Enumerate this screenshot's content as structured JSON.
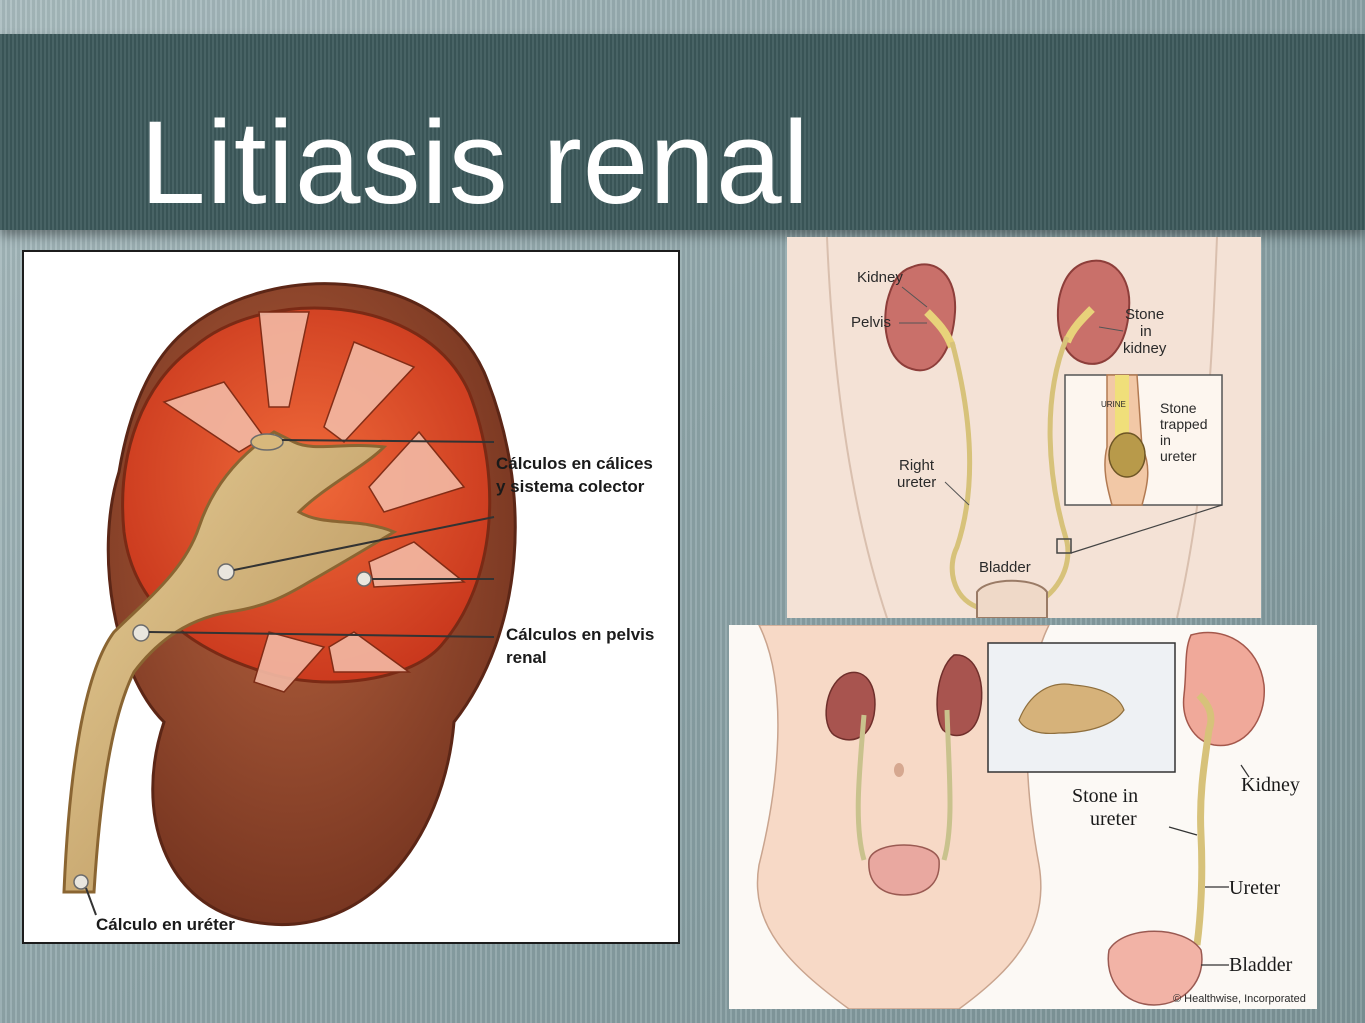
{
  "slide": {
    "title": "Litiasis renal"
  },
  "panel_left": {
    "labels": {
      "calices_line1": "Cálculos en cálices",
      "calices_line2": "y sistema colector",
      "pelvis_line1": "Cálculos en pelvis",
      "pelvis_line2": "renal",
      "ureter": "Cálculo en uréter"
    }
  },
  "panel_top_right": {
    "labels": {
      "kidney": "Kidney",
      "pelvis": "Pelvis",
      "stone_l1": "Stone",
      "stone_l2": "in",
      "stone_l3": "kidney",
      "urine": "URINE",
      "trapped_l1": "Stone",
      "trapped_l2": "trapped",
      "trapped_l3": "in",
      "trapped_l4": "ureter",
      "right_l1": "Right",
      "right_l2": "ureter",
      "bladder": "Bladder"
    }
  },
  "panel_bottom_right": {
    "labels": {
      "stone_l1": "Stone in",
      "stone_l2": "ureter",
      "kidney": "Kidney",
      "ureter": "Ureter",
      "bladder": "Bladder",
      "copyright": "© Healthwise, Incorporated"
    }
  }
}
